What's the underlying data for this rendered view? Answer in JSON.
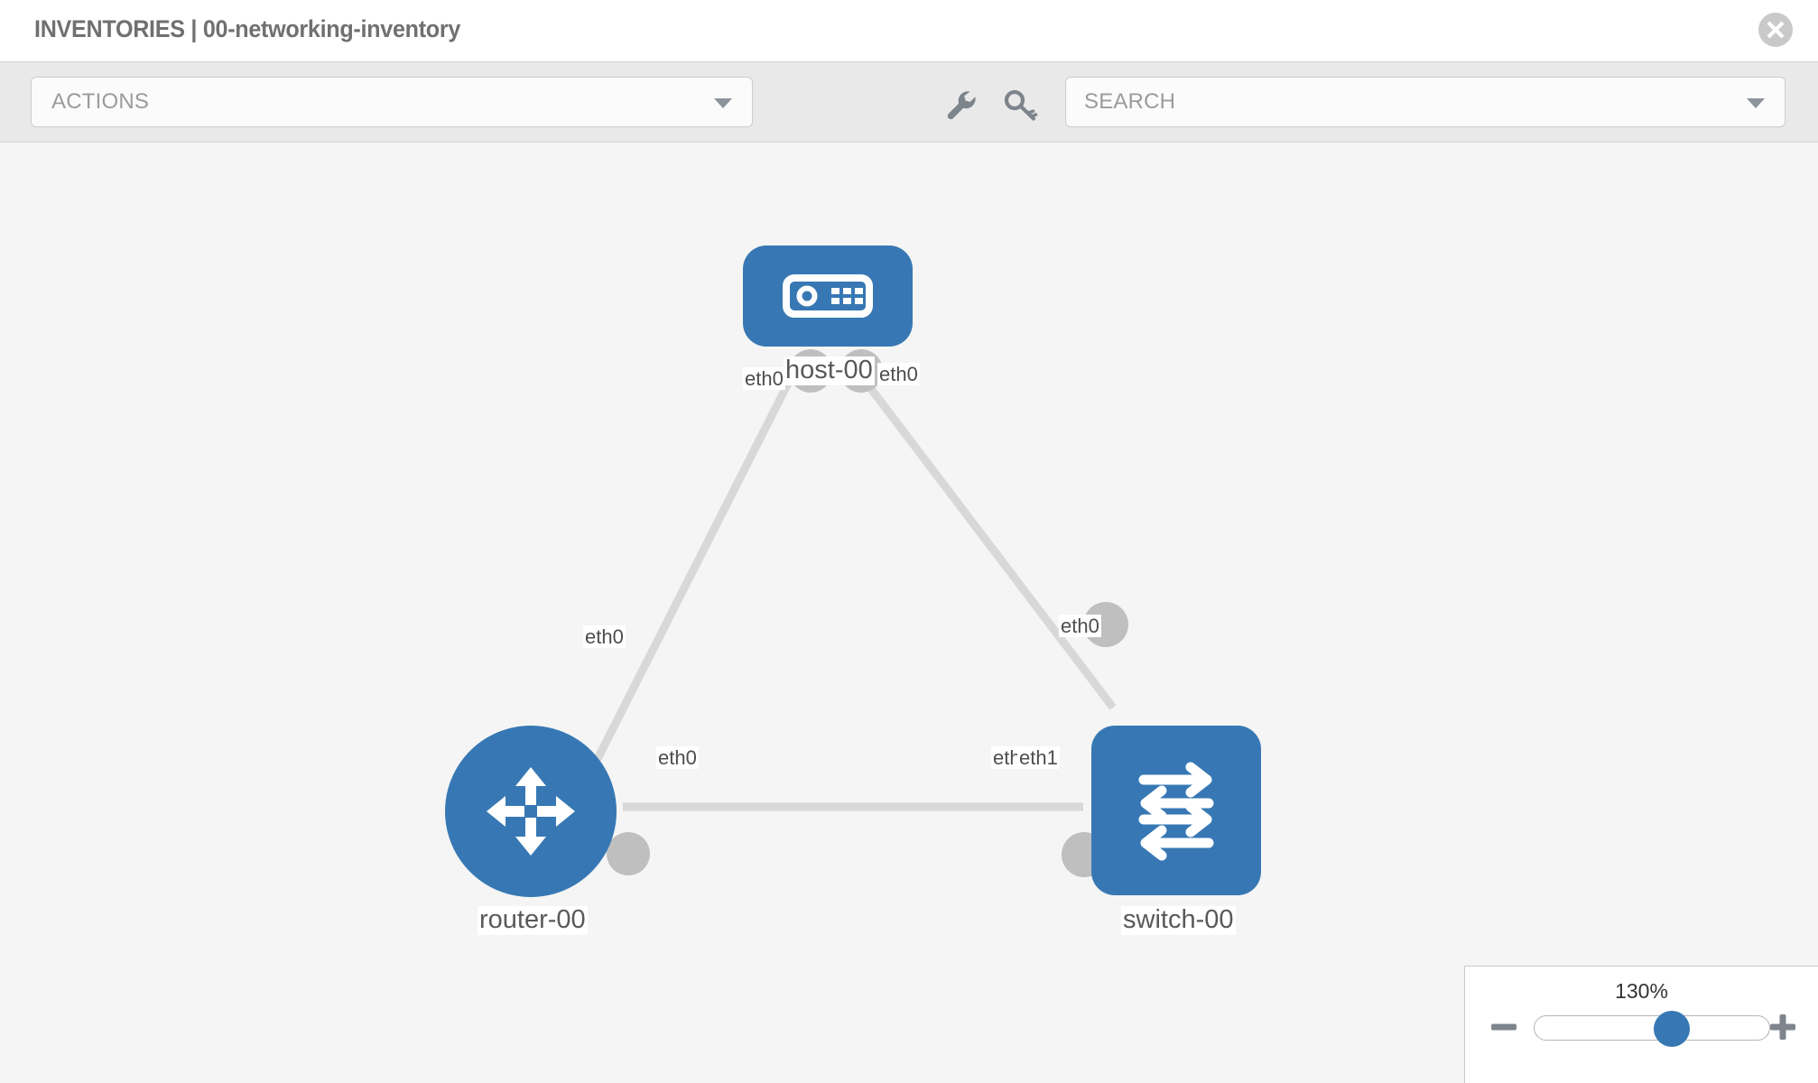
{
  "header": {
    "title": "INVENTORIES | 00-networking-inventory",
    "close_label": "close-icon"
  },
  "toolbar": {
    "actions_label": "ACTIONS",
    "actions_caret": "chevron-down-icon",
    "wrench_icon": "wrench-icon",
    "key_icon": "key-icon",
    "search_placeholder": "SEARCH",
    "search_value": "",
    "search_caret": "chevron-down-icon"
  },
  "topology": {
    "accent_color": "#3778b4",
    "port_color": "#bfbfbf",
    "edge_color": "#d8d8d8",
    "nodes": [
      {
        "id": "host-00",
        "label": "host-00",
        "icon": "server-icon",
        "shape": "rounded"
      },
      {
        "id": "router-00",
        "label": "router-00",
        "icon": "router-icon",
        "shape": "circle"
      },
      {
        "id": "switch-00",
        "label": "switch-00",
        "icon": "switch-icon",
        "shape": "rounded"
      }
    ],
    "edges": [
      {
        "from": "host-00",
        "to": "router-00",
        "from_label": "eth0",
        "to_label": "eth0"
      },
      {
        "from": "host-00",
        "to": "switch-00",
        "from_label": "eth0",
        "to_label": "eth0"
      },
      {
        "from": "router-00",
        "to": "switch-00",
        "from_label": "eth0",
        "to_label": "eth1",
        "to_label_under": "eth"
      }
    ]
  },
  "zoom_control": {
    "value": "130%",
    "minus_label": "minus-icon",
    "plus_label": "plus-icon",
    "thumb_position_pct": 60
  }
}
